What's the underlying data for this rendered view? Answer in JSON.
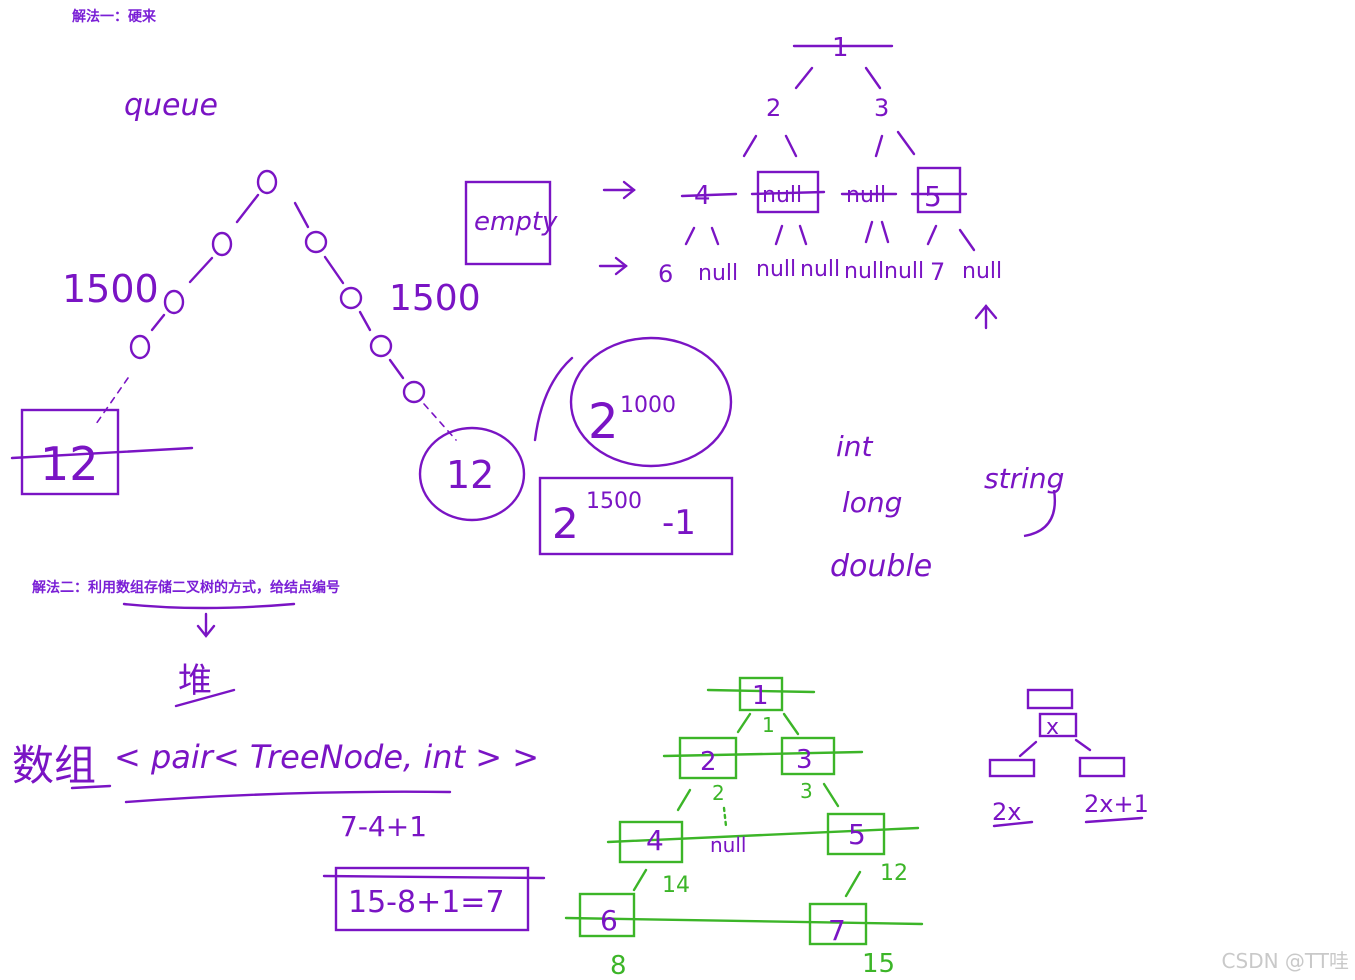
{
  "colors": {
    "ink": "#7a14c4",
    "green": "#3cb528",
    "heading": "#7a1fd6",
    "watermark": "#c9c9c9"
  },
  "headings": {
    "method1": "解法一：硬来",
    "method2": "解法二：利用数组存储二叉树的方式，给结点编号"
  },
  "left_tree": {
    "label": "queue",
    "left_exp": "1500",
    "right_exp": "1500",
    "leaf": "12"
  },
  "level_tree": {
    "root": "1",
    "level1": [
      "2",
      "3"
    ],
    "level2": [
      "4",
      "null",
      "null",
      "5"
    ],
    "level3": [
      "6",
      "null",
      "null",
      "null",
      "null",
      "null",
      "7",
      "null"
    ],
    "empty_box": "empty"
  },
  "bignum": {
    "circled": "2",
    "circled_exp": "1000",
    "boxed_base": "2",
    "boxed_exp": "1500",
    "boxed_tail": "-1"
  },
  "types": {
    "int": "int",
    "long": "long",
    "double": "double",
    "string": "string"
  },
  "method2": {
    "heap_char": "堆",
    "array_chars": "数组",
    "decl": "< pair< TreeNode, int > >",
    "expr1": "7-4+1",
    "expr2": "15-8+1=7"
  },
  "numbered_tree": {
    "nodes": [
      "1",
      "2",
      "3",
      "4",
      "5",
      "6",
      "7"
    ],
    "labels": [
      "1",
      "2",
      "3",
      "14",
      "12",
      "8",
      "15"
    ],
    "null_label": "null"
  },
  "rule": {
    "node": "x",
    "left": "2x",
    "right": "2x+1"
  },
  "watermark": "CSDN @TT哇"
}
